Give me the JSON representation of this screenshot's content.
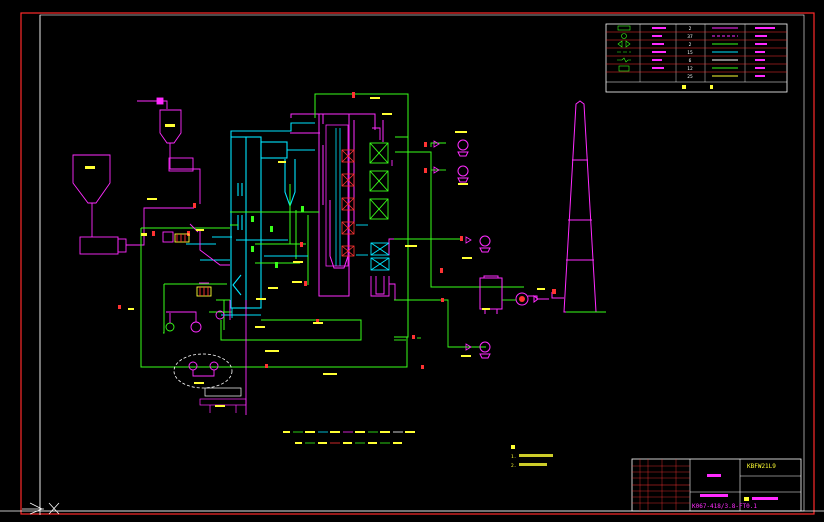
{
  "colors": {
    "background": "#000000",
    "border": "#ff2a2a",
    "frame": "#ffffff",
    "green": "#39ff1a",
    "cyan": "#00e5ff",
    "magenta": "#ff2bff",
    "yellow": "#ffff33",
    "red": "#ff3333",
    "white": "#ffffff"
  },
  "legend": {
    "rows": [
      {
        "qty": "2"
      },
      {
        "qty": "37"
      },
      {
        "qty": "2"
      },
      {
        "qty": "15"
      },
      {
        "qty": "6"
      },
      {
        "qty": "12"
      },
      {
        "qty": "25"
      }
    ]
  },
  "title_block": {
    "drawing_no": "KBFW21L9",
    "project_code": "K067-418/3.8-FT0.1"
  },
  "notes": {
    "items": [
      "1.",
      "2."
    ]
  },
  "icons": {
    "ucs": "ucs-icon",
    "chimney": "chimney-icon"
  }
}
